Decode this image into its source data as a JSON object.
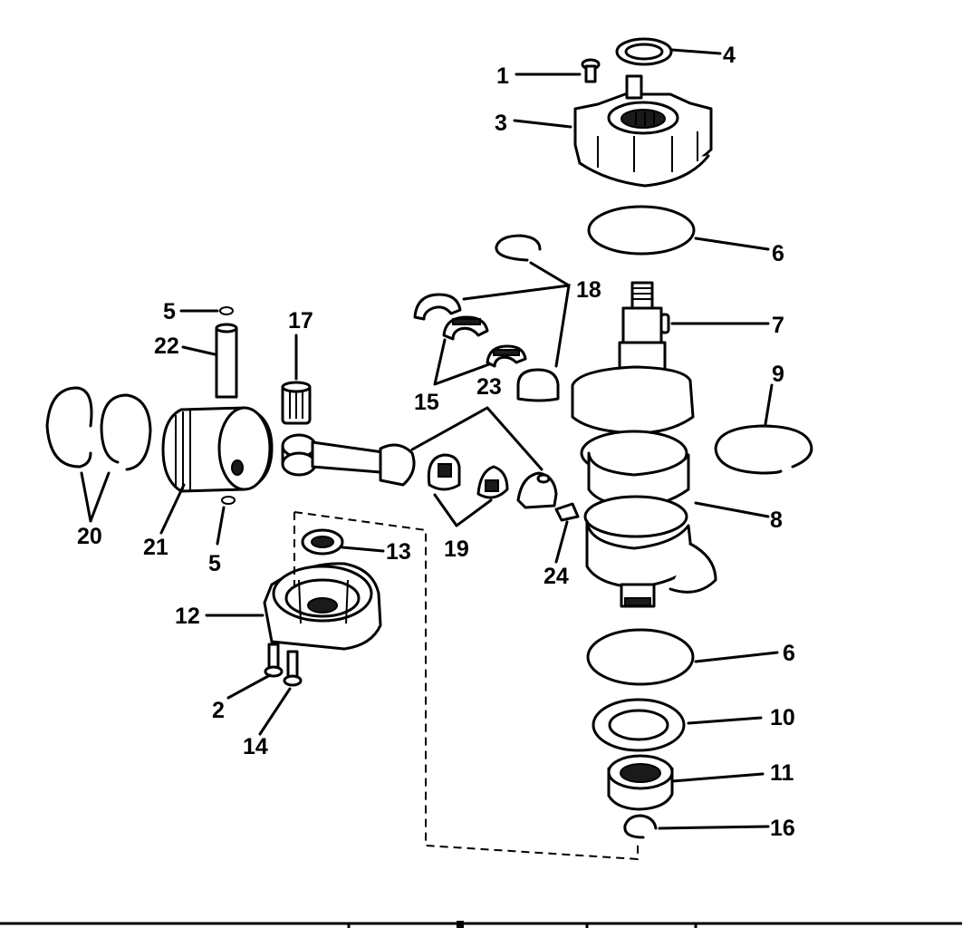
{
  "diagram": {
    "callouts": {
      "c1": "1",
      "c2": "2",
      "c3": "3",
      "c4": "4",
      "c5a": "5",
      "c5b": "5",
      "c6a": "6",
      "c6b": "6",
      "c7": "7",
      "c8": "8",
      "c9": "9",
      "c10": "10",
      "c11": "11",
      "c12": "12",
      "c13": "13",
      "c14": "14",
      "c15": "15",
      "c16": "16",
      "c17": "17",
      "c18": "18",
      "c19": "19",
      "c20": "20",
      "c21": "21",
      "c22": "22",
      "c23": "23",
      "c24": "24"
    }
  }
}
